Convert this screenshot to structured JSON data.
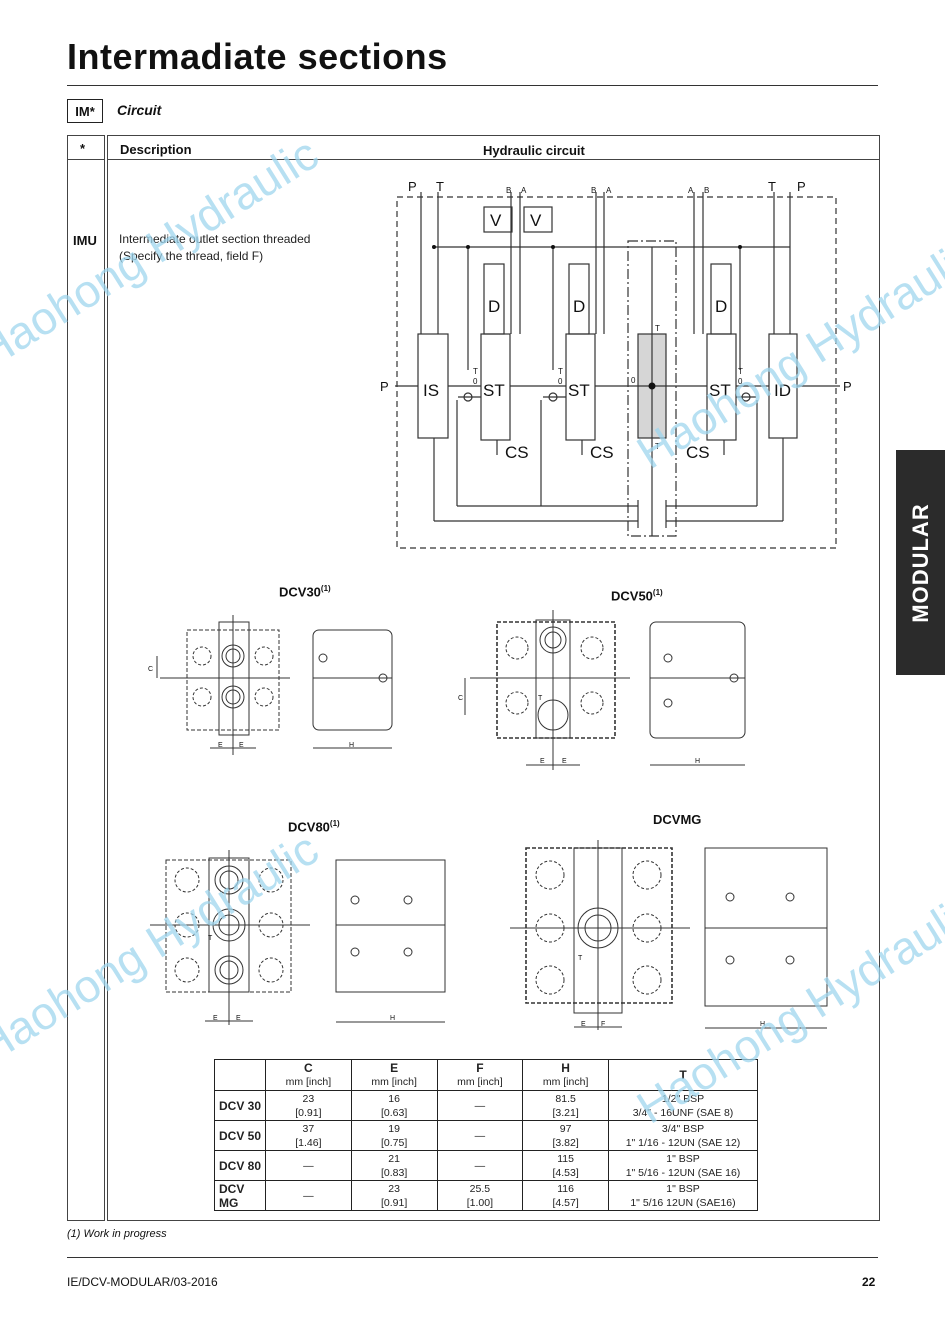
{
  "page_title": "Intermadiate sections",
  "code": "IM*",
  "code_label": "Circuit",
  "table_header": {
    "star": "*",
    "description": "Description",
    "circuit": "Hydraulic circuit"
  },
  "row": {
    "code": "IMU",
    "desc_line1": "Intermediate outlet section threaded",
    "desc_line2": "(Specify the thread, field F)"
  },
  "circuit_labels": {
    "P": "P",
    "T": "T",
    "A": "A",
    "B": "B",
    "V": "V",
    "D": "D",
    "IS": "IS",
    "ST": "ST",
    "ID": "ID",
    "CS": "CS",
    "zero": "0"
  },
  "sections": {
    "dcv30": "DCV30",
    "dcv50": "DCV50",
    "dcv80": "DCV80",
    "dcvmg": "DCVMG",
    "note_mark": "(1)"
  },
  "dim_letters": {
    "C": "C",
    "E": "E",
    "F": "F",
    "H": "H",
    "T": "T"
  },
  "dims_table": {
    "headers": [
      {
        "letter": "C",
        "unit": "mm [inch]"
      },
      {
        "letter": "E",
        "unit": "mm [inch]"
      },
      {
        "letter": "F",
        "unit": "mm [inch]"
      },
      {
        "letter": "H",
        "unit": "mm [inch]"
      },
      {
        "letter": "T",
        "unit": ""
      }
    ],
    "rows": [
      {
        "label": "DCV 30",
        "C1": "23",
        "C2": "[0.91]",
        "E1": "16",
        "E2": "[0.63]",
        "F1": "—",
        "F2": "",
        "H1": "81.5",
        "H2": "[3.21]",
        "T1": "1/2\" BSP",
        "T2": "3/4\" - 16UNF (SAE 8)"
      },
      {
        "label": "DCV 50",
        "C1": "37",
        "C2": "[1.46]",
        "E1": "19",
        "E2": "[0.75]",
        "F1": "—",
        "F2": "",
        "H1": "97",
        "H2": "[3.82]",
        "T1": "3/4\" BSP",
        "T2": "1\" 1/16 - 12UN (SAE 12)"
      },
      {
        "label": "DCV 80",
        "C1": "—",
        "C2": "",
        "E1": "21",
        "E2": "[0.83]",
        "F1": "—",
        "F2": "",
        "H1": "115",
        "H2": "[4.53]",
        "T1": "1\" BSP",
        "T2": "1\" 5/16 - 12UN (SAE 16)"
      },
      {
        "label": "DCV MG",
        "C1": "—",
        "C2": "",
        "E1": "23",
        "E2": "[0.91]",
        "F1": "25.5",
        "F2": "[1.00]",
        "H1": "116",
        "H2": "[4.57]",
        "T1": "1\" BSP",
        "T2": "1\" 5/16 12UN (SAE16)"
      }
    ]
  },
  "footnote": "(1)   Work in progress",
  "side_tab": "MODULAR",
  "footer_left": "IE/DCV-MODULAR/03-2016",
  "page_number": "22",
  "watermark": "Haohong Hydraulic"
}
